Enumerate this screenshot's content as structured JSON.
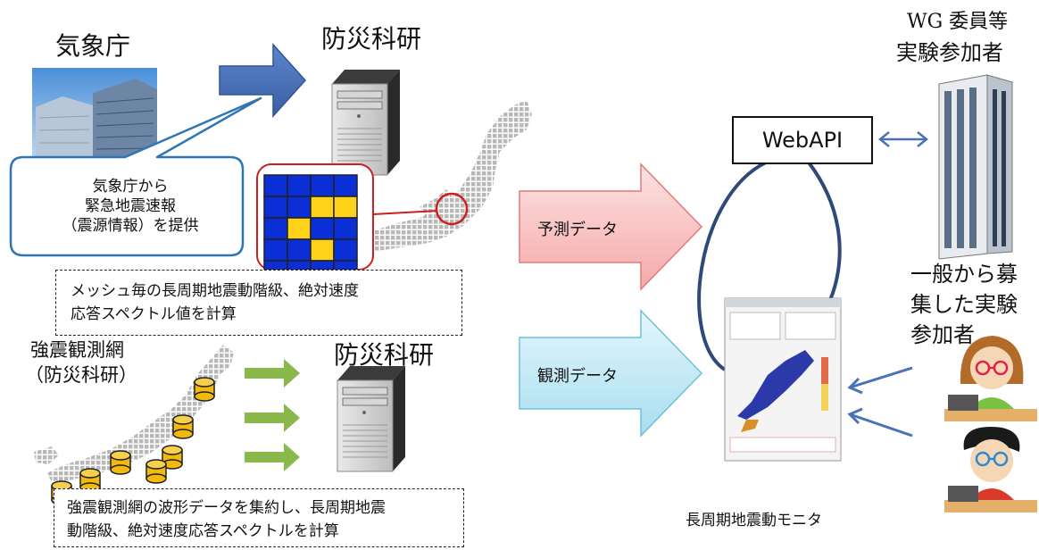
{
  "labels": {
    "jma": "気象庁",
    "nied_top": "防災科研",
    "nied_bottom": "防災科研",
    "wg_line1": "WG 委員等",
    "wg_line2": "実験参加者",
    "public_line1": "一般から募",
    "public_line2": "集した実験",
    "public_line3": "参加者",
    "strong_motion_line1": "強震観測網",
    "strong_motion_line2": "（防災科研）",
    "webapi": "WebAPI",
    "monitor_caption": "長周期地震動モニタ"
  },
  "callout": {
    "line1": "気象庁から",
    "line2": "緊急地震速報",
    "line3": "（震源情報）を提供"
  },
  "notes": {
    "mesh_line1": "メッシュ毎の長周期地震動階級、絶対速度",
    "mesh_line2": "応答スペクトル値を計算",
    "wave_line1": "強震観測網の波形データを集約し、長周期地震",
    "wave_line2": "動階級、絶対速度応答スペクトルを計算"
  },
  "arrows": {
    "forecast": "予測データ",
    "observation": "観測データ"
  },
  "colors": {
    "blue_arrow": "#4a72b8",
    "forecast_arrow": "#f7b7b7",
    "observation_arrow": "#b5e4f2",
    "green_arrow": "#8ab84a",
    "mesh_blue": "#0a2fd6",
    "mesh_yellow": "#ffd21a",
    "callout_border": "#2e75b6",
    "red_border": "#cc1f1f"
  },
  "icons": {
    "jma_building": "building-photo",
    "server": "server-tower-icon",
    "office_tower": "office-building-icon",
    "japan_map": "japan-dot-map",
    "seismometer": "cylinder-icon",
    "user_woman": "woman-at-laptop-icon",
    "user_man": "man-at-laptop-icon"
  }
}
